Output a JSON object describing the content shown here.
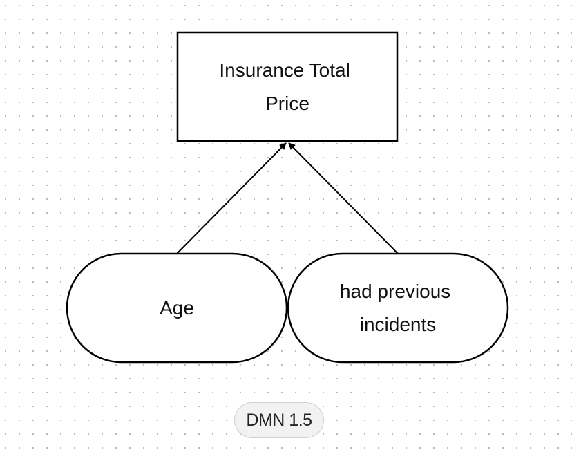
{
  "diagram": {
    "decision": {
      "label_lines": [
        "Insurance Total",
        "Price"
      ]
    },
    "inputs": [
      {
        "label_lines": [
          "Age"
        ]
      },
      {
        "label_lines": [
          "had previous",
          "incidents"
        ]
      }
    ],
    "colors": {
      "stroke": "#000000",
      "fill": "#ffffff",
      "text": "#111111"
    }
  },
  "badge": {
    "label": "DMN 1.5"
  }
}
